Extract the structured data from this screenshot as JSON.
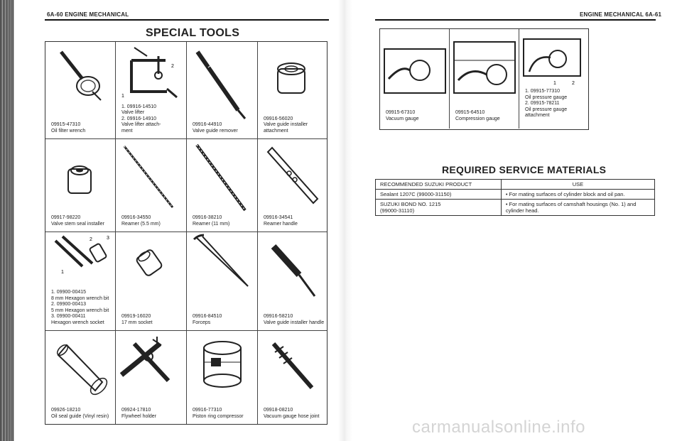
{
  "left_header": "6A-60 ENGINE MECHANICAL",
  "right_header": "ENGINE MECHANICAL 6A-61",
  "section_title": "SPECIAL TOOLS",
  "tools": [
    {
      "caption": "09915-47310\nOil filter wrench",
      "icon": "oil-filter-wrench"
    },
    {
      "caption": "1. 09916-14510\nValve lifter\n2. 09916-14910\nValve lifter attach-\nment",
      "icon": "valve-lifter",
      "callouts": [
        "1",
        "2"
      ]
    },
    {
      "caption": "09916-44910\nValve guide remover",
      "icon": "valve-guide-remover"
    },
    {
      "caption": "09916-56020\nValve guide installer\nattachment",
      "icon": "guide-installer-attachment"
    },
    {
      "caption": "09917-98220\nValve stem seal installer",
      "icon": "stem-seal-installer"
    },
    {
      "caption": "09916-34550\nReamer (5.5 mm)",
      "icon": "reamer"
    },
    {
      "caption": "09916-38210\nReamer (11 mm)",
      "icon": "reamer-11"
    },
    {
      "caption": "09916-34541\nReamer handle",
      "icon": "reamer-handle"
    },
    {
      "caption": "1. 09900-00415\n8 mm Hexagon wrench bit\n2. 09900-00413\n5 mm Hexagon wrench bit\n3. 09900-00411\nHexagon wrench socket",
      "icon": "hex-bits",
      "callouts": [
        "1",
        "2",
        "3"
      ]
    },
    {
      "caption": "09919-16020\n17 mm socket",
      "icon": "socket"
    },
    {
      "caption": "09916-84510\nForceps",
      "icon": "forceps"
    },
    {
      "caption": "09916-58210\nValve guide installer handle",
      "icon": "installer-handle"
    },
    {
      "caption": "09926-18210\nOil seal guide (Vinyl resin)",
      "icon": "oil-seal-guide"
    },
    {
      "caption": "09924-17810\nFlywheel holder",
      "icon": "flywheel-holder"
    },
    {
      "caption": "09916-77310\nPiston ring compressor",
      "icon": "piston-ring-compressor"
    },
    {
      "caption": "09918-08210\nVacuum gauge hose joint",
      "icon": "hose-joint"
    }
  ],
  "gauges": [
    {
      "caption": "09915-67310\nVacuum gauge",
      "icon": "vacuum-gauge-case"
    },
    {
      "caption": "09915-64510\nCompression gauge",
      "icon": "compression-gauge-case"
    },
    {
      "caption": "1. 09915-77310\nOil pressure gauge\n2. 09915-78211\nOil pressure gauge\nattachment",
      "icon": "oil-pressure-gauge",
      "callouts": [
        "1",
        "2"
      ]
    }
  ],
  "materials_title": "REQUIRED SERVICE MATERIALS",
  "materials_table": {
    "headers": [
      "RECOMMENDED SUZUKI PRODUCT",
      "USE"
    ],
    "rows": [
      [
        "Sealant 1207C (99000-31150)",
        "• For mating surfaces of cylinder block and oil pan."
      ],
      [
        "SUZUKI BOND NO. 1215\n(99000-31110)",
        "• For mating surfaces of camshaft housings (No. 1) and\ncylinder head."
      ]
    ]
  },
  "watermark": "carmanualsonline.info"
}
